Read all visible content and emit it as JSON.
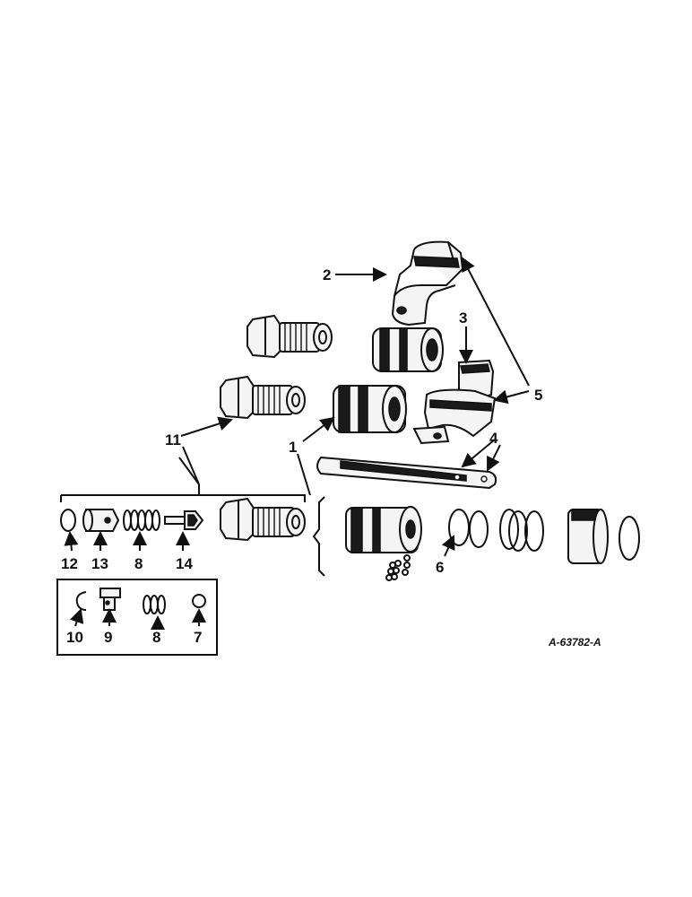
{
  "diagram": {
    "reference_code": "A-63782-A",
    "callouts": {
      "c1": "1",
      "c2": "2",
      "c3": "3",
      "c4": "4",
      "c5": "5",
      "c6": "6",
      "c7": "7",
      "c8a": "8",
      "c8b": "8",
      "c9": "9",
      "c10": "10",
      "c11": "11",
      "c12": "12",
      "c13": "13",
      "c14": "14"
    }
  }
}
